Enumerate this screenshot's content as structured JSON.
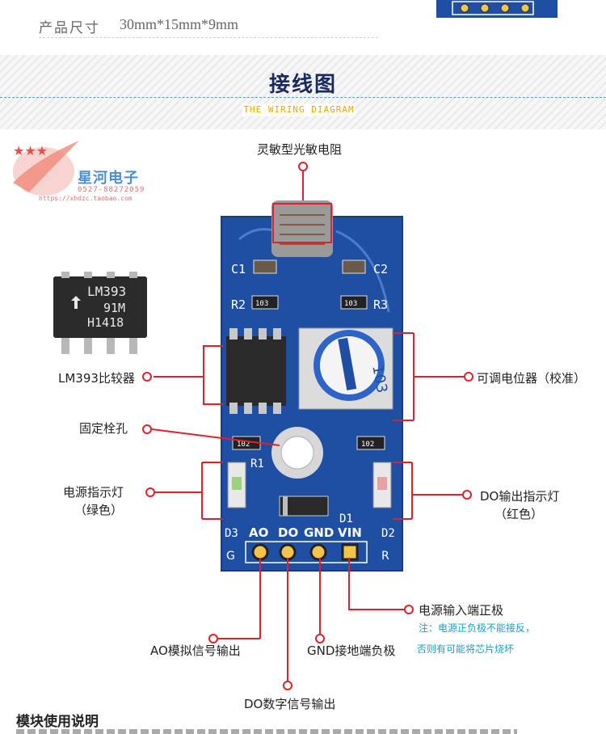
{
  "spec": {
    "label": "产品尺寸",
    "value": "30mm*15mm*9mm"
  },
  "section": {
    "title": "接线图",
    "subtitle": "THE WIRING DIAGRAM"
  },
  "logo": {
    "name": "星河电子",
    "phone": "0527-88272059",
    "url": "https://xhdzc.taobao.com"
  },
  "chip": {
    "line1": "LM393",
    "line2": "91M",
    "line3": "H1418"
  },
  "board": {
    "pins": [
      "AO",
      "DO",
      "GND",
      "VIN"
    ],
    "designators": {
      "c1": "C1",
      "c2": "C2",
      "r1": "R1",
      "r2": "R2",
      "r3": "R3",
      "d1": "D1",
      "d2": "D2",
      "d3": "D3"
    },
    "resistor_codes": {
      "r2": "103",
      "r3": "103",
      "r1": "102",
      "r4": "102"
    },
    "pot_code": "103",
    "bottom_marks": {
      "left": "G",
      "right": "R"
    }
  },
  "labels": {
    "ldr": "灵敏型光敏电阻",
    "lm393": "LM393比较器",
    "pot": "可调电位器（校准）",
    "hole": "固定栓孔",
    "power_led": "电源指示灯",
    "power_led_color": "（绿色）",
    "do_led": "DO输出指示灯",
    "do_led_color": "（红色）",
    "vin": "电源输入端正极",
    "ao": "AO模拟信号输出",
    "gnd": "GND接地端负极",
    "do": "DO数字信号输出"
  },
  "notes": {
    "line1": "注：电源正负极不能接反，",
    "line2": "否则有可能将芯片烧坏"
  },
  "bottom": {
    "title": "模块使用说明"
  },
  "colors": {
    "board": "#1f4fa3",
    "callout": "#e0202a",
    "accent": "#f0a800",
    "note": "#1aa0c8"
  }
}
